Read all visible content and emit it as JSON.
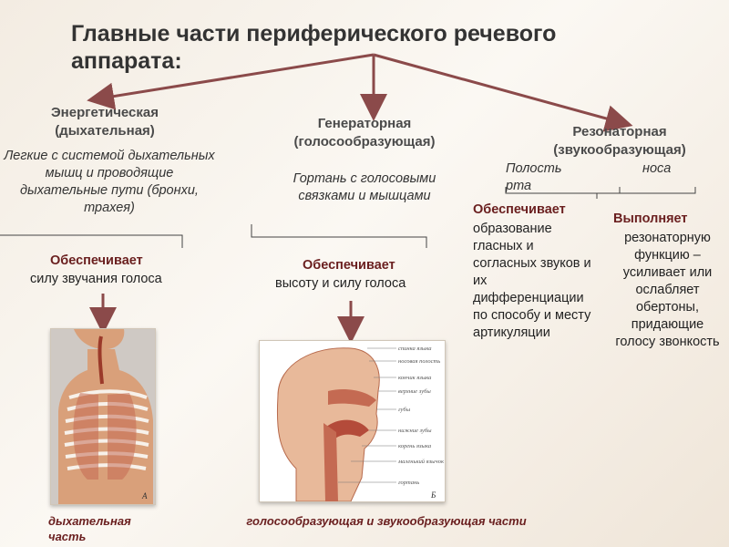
{
  "title": "Главные части периферического речевого аппарата:",
  "columns": [
    {
      "heading": "Энергетическая (дыхательная)",
      "components": "Легкие с системой дыхательных мышц и проводящие дыхательные пути (бронхи, трахея)",
      "provides_label": "Обеспечивает",
      "provides_text": "силу звучания голоса",
      "caption": "дыхательная часть"
    },
    {
      "heading": "Генераторная (голосообразующая)",
      "components": "Гортань с голосовыми связками и мышцами",
      "provides_label": "Обеспечивает",
      "provides_text": "высоту и силу голоса",
      "caption": "голосообразующая и звукообразующая части"
    },
    {
      "heading": "Резонаторная (звукообразующая)",
      "sub_left": "Полость рта",
      "sub_right": "носа",
      "left_label": "Обеспечивает",
      "left_text": "образование гласных и согласных звуков и их дифференциации по способу и месту артикуляции",
      "right_label": "Выполняет",
      "right_text": "резонаторную функцию – усиливает или ослабляет обертоны, придающие голосу звонкость"
    }
  ],
  "image_letters": [
    "А",
    "Б"
  ],
  "head_labels": [
    "спинка языка",
    "носовая полость",
    "кончик языка",
    "верхние зубы",
    "губы",
    "нижние зубы",
    "корень языка",
    "маленький язычок",
    "гортань"
  ],
  "colors": {
    "arrow": "#8b4a4a",
    "caption": "#6a1f1f",
    "tissue": "#c46a52",
    "skin": "#d9a07a"
  }
}
